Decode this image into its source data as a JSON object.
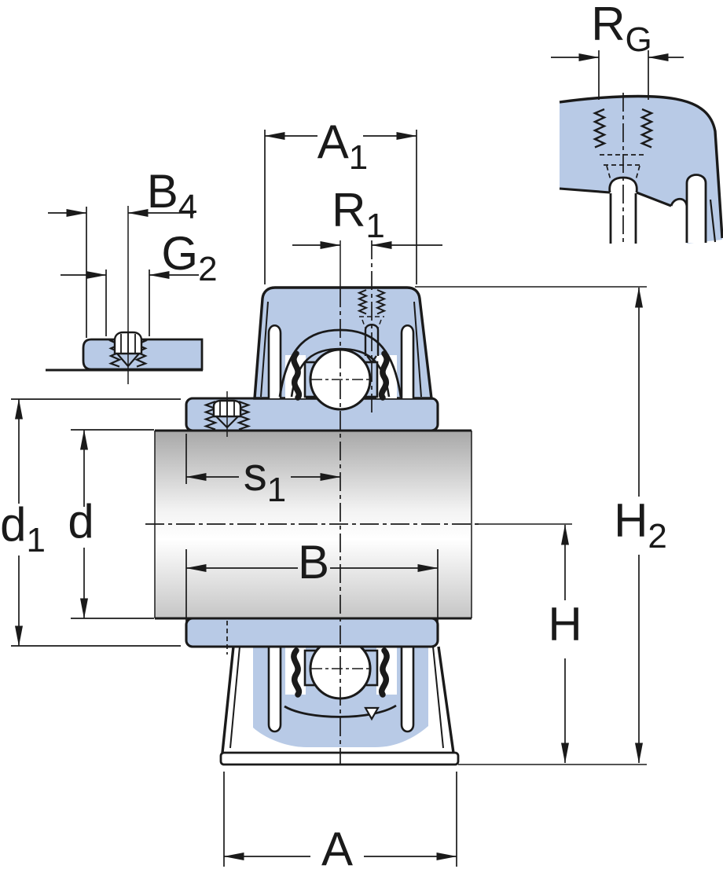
{
  "figure": {
    "kind": "bearing-unit-dimension-drawing"
  },
  "colors": {
    "background": "#ffffff",
    "outline": "#1a1a1a",
    "section_fill": "#b8cae6",
    "shaft_top": "#a8a8a8",
    "shaft_mid": "#f2f2f2",
    "shaft_light": "#ffffff",
    "shaft_bottom": "#c6c6c6"
  },
  "labels": {
    "a1": {
      "main": "A",
      "sub": "1"
    },
    "r1": {
      "main": "R",
      "sub": "1"
    },
    "rg": {
      "main": "R",
      "sub": "G"
    },
    "b4": {
      "main": "B",
      "sub": "4"
    },
    "g2": {
      "main": "G",
      "sub": "2"
    },
    "s1": {
      "main": "s",
      "sub": "1"
    },
    "b": {
      "main": "B",
      "sub": ""
    },
    "d1": {
      "main": "d",
      "sub": "1"
    },
    "d": {
      "main": "d",
      "sub": ""
    },
    "a": {
      "main": "A",
      "sub": ""
    },
    "h": {
      "main": "H",
      "sub": ""
    },
    "h2": {
      "main": "H",
      "sub": "2"
    }
  }
}
